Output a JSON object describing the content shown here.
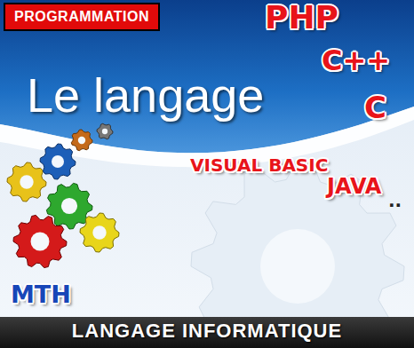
{
  "diagram": {
    "title": "Le langage",
    "nodes": [
      {
        "text": [
          "PROGRAMMATION"
        ]
      },
      {
        "text": [
          "LANGAGE INFORMATIQUE"
        ]
      }
    ],
    "labels": [
      "PHP",
      "C++",
      "C",
      "VISUAL BASIC",
      "JAVA",
      "..",
      "MTH"
    ]
  }
}
